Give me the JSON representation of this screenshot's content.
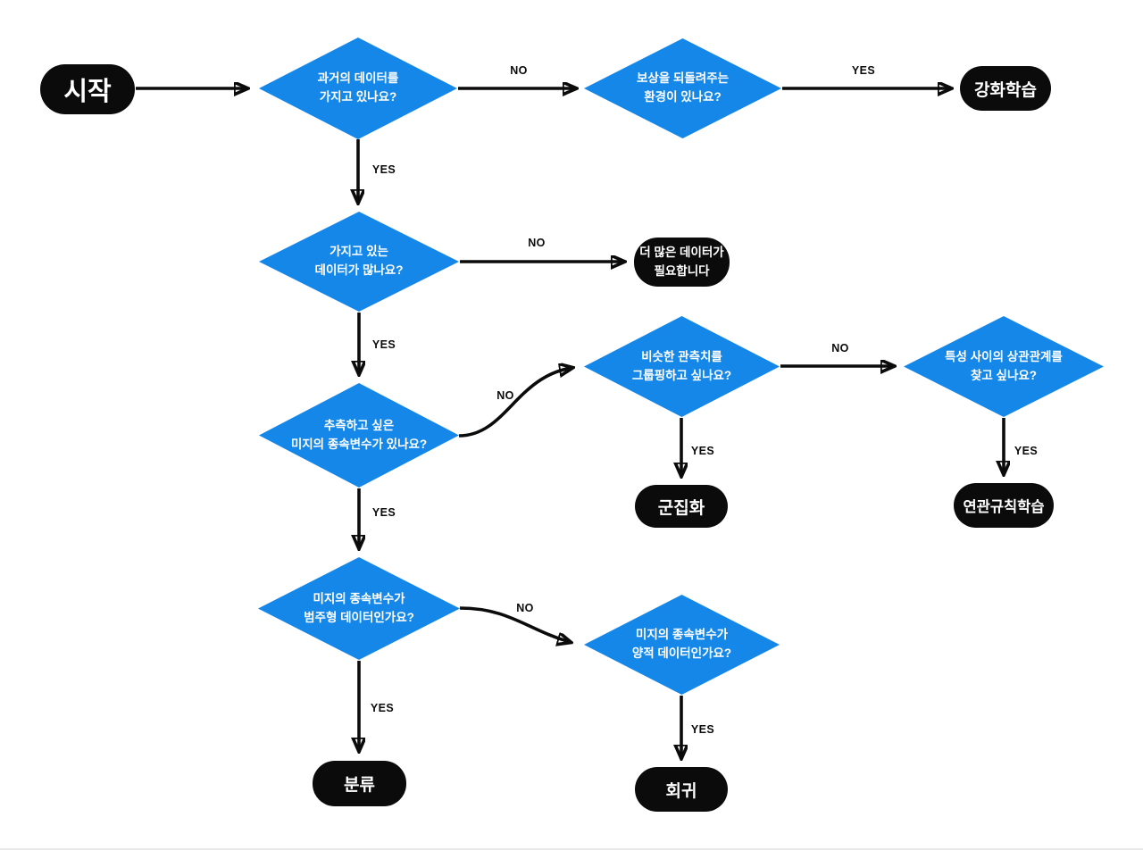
{
  "diagram": {
    "title_implied": "머신러닝 알고리즘 선택 플로우차트",
    "colors": {
      "decision_blue": "#1487e8",
      "terminal_black": "#0b0b0b",
      "arrow_black": "#0b0b0b",
      "background": "#ffffff",
      "text_on_node": "#ffffff"
    }
  },
  "nodes": {
    "start": {
      "label": "시작",
      "type": "terminal"
    },
    "q_past_data": {
      "label": "과거의 데이터를\n가지고 있나요?",
      "type": "decision"
    },
    "q_reward_env": {
      "label": "보상을 되돌려주는\n환경이 있나요?",
      "type": "decision"
    },
    "r_reinforcement": {
      "label": "강화학습",
      "type": "terminal"
    },
    "q_much_data": {
      "label": "가지고 있는\n데이터가 많나요?",
      "type": "decision"
    },
    "r_need_more_data": {
      "label": "더 많은 데이터가\n필요합니다",
      "type": "terminal"
    },
    "q_dependent_var": {
      "label": "추측하고 싶은\n미지의 종속변수가 있나요?",
      "type": "decision"
    },
    "q_grouping": {
      "label": "비슷한 관측치를\n그룹핑하고 싶나요?",
      "type": "decision"
    },
    "q_correlation": {
      "label": "특성 사이의 상관관계를\n찾고 싶나요?",
      "type": "decision"
    },
    "r_clustering": {
      "label": "군집화",
      "type": "terminal"
    },
    "r_association": {
      "label": "연관규칙학습",
      "type": "terminal"
    },
    "q_categorical": {
      "label": "미지의 종속변수가\n범주형 데이터인가요?",
      "type": "decision"
    },
    "q_quantitative": {
      "label": "미지의 종속변수가\n양적 데이터인가요?",
      "type": "decision"
    },
    "r_classification": {
      "label": "분류",
      "type": "terminal"
    },
    "r_regression": {
      "label": "회귀",
      "type": "terminal"
    }
  },
  "edge_labels": [
    {
      "from": "q_past_data",
      "to": "q_reward_env",
      "text": "NO"
    },
    {
      "from": "q_reward_env",
      "to": "r_reinforcement",
      "text": "YES"
    },
    {
      "from": "q_past_data",
      "to": "q_much_data",
      "text": "YES"
    },
    {
      "from": "q_much_data",
      "to": "r_need_more_data",
      "text": "NO"
    },
    {
      "from": "q_much_data",
      "to": "q_dependent_var",
      "text": "YES"
    },
    {
      "from": "q_dependent_var",
      "to": "q_grouping",
      "text": "NO"
    },
    {
      "from": "q_grouping",
      "to": "q_correlation",
      "text": "NO"
    },
    {
      "from": "q_grouping",
      "to": "r_clustering",
      "text": "YES"
    },
    {
      "from": "q_correlation",
      "to": "r_association",
      "text": "YES"
    },
    {
      "from": "q_dependent_var",
      "to": "q_categorical",
      "text": "YES"
    },
    {
      "from": "q_categorical",
      "to": "q_quantitative",
      "text": "NO"
    },
    {
      "from": "q_categorical",
      "to": "r_classification",
      "text": "YES"
    },
    {
      "from": "q_quantitative",
      "to": "r_regression",
      "text": "YES"
    }
  ],
  "unlabeled_edges": [
    {
      "from": "start",
      "to": "q_past_data"
    }
  ]
}
